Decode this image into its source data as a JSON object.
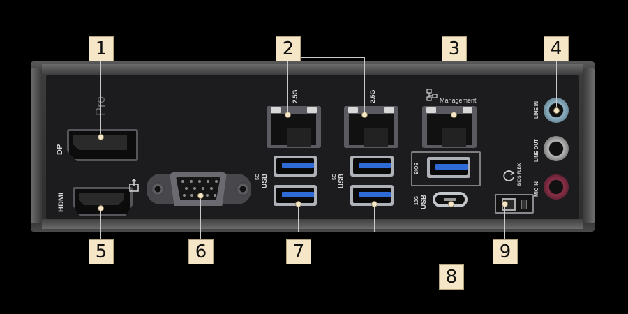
{
  "callouts": [
    "1",
    "2",
    "3",
    "4",
    "5",
    "6",
    "7",
    "8",
    "9"
  ],
  "labels": {
    "pro": "Pro",
    "dp": "DP",
    "hdmi": "HDMI",
    "lan_speed_1": "2.5G",
    "lan_speed_2": "2.5G",
    "management": "Management",
    "usb_5g_a": "5G",
    "usb_a": "USB",
    "usb_5g_b": "5G",
    "usb_b": "USB",
    "bios": "BIOS",
    "usb_10g": "10G",
    "usb_c": "USB",
    "bios_flbk": "BIOS FLBK",
    "line_in": "LINE IN",
    "line_out": "LINE OUT",
    "mic_in": "MIC IN"
  },
  "colors": {
    "background": "#000000",
    "callout_fill": "#f4e6c6",
    "usb_blue": "#2f6bd6",
    "line_in_jack": "#8fb3c4",
    "line_out_jack": "#b8b8b8",
    "mic_in_jack": "#8a3048"
  },
  "icons": [
    "displayport-port-icon",
    "hdmi-port-icon",
    "vga-port-icon",
    "ethernet-port-icon",
    "usb-a-port-icon",
    "usb-c-port-icon",
    "audio-jack-icon",
    "bios-flashback-button-icon",
    "network-management-icon",
    "flashback-refresh-icon",
    "display-output-icon"
  ]
}
